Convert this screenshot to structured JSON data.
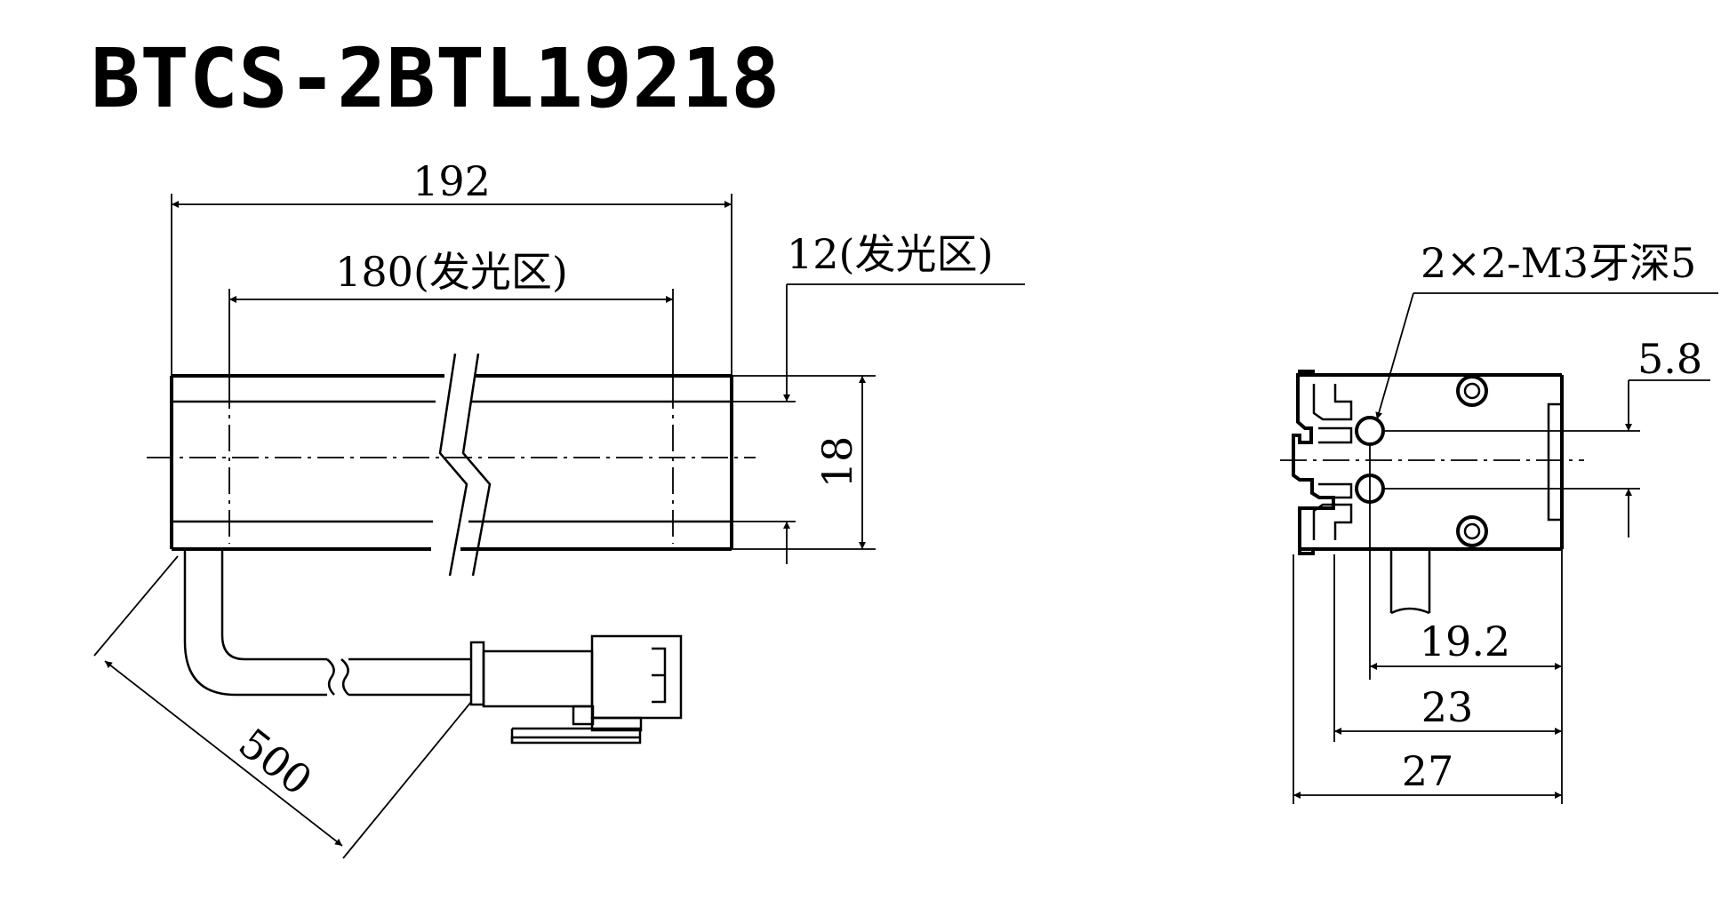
{
  "title": "BTCS-2BTL19218",
  "side_view": {
    "dim_total_length": "192",
    "dim_light_length": "180(发光区)",
    "dim_light_width": "12(发光区)",
    "dim_height": "18",
    "dim_cable_length": "500"
  },
  "end_view": {
    "callout_holes": "2×2-M3牙深5",
    "dim_hole_offset": "5.8",
    "dim_hole_position": "19.2",
    "dim_inner_width": "23",
    "dim_total_width": "27"
  }
}
